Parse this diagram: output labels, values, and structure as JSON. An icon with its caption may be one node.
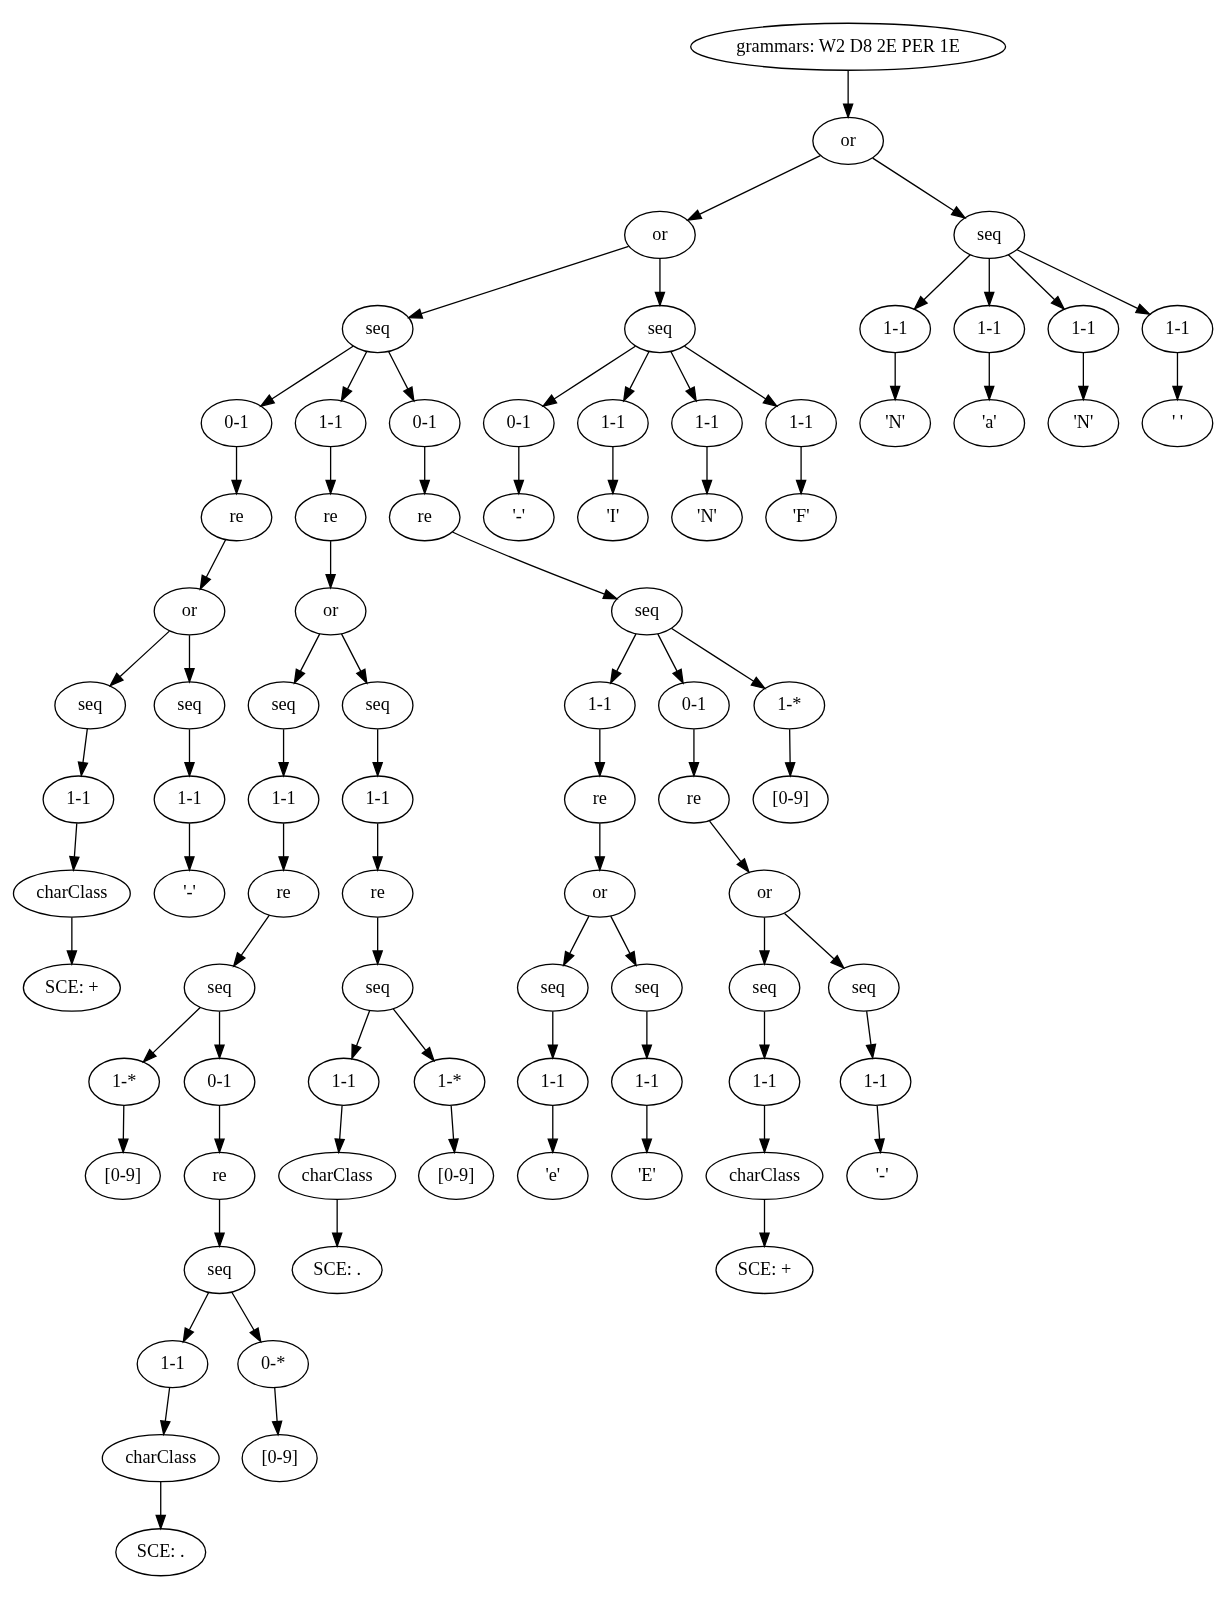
{
  "diagram": {
    "nodes": [
      {
        "text": [
          "grammars: W2 D8 2E PER 1E"
        ]
      },
      {
        "text": [
          "or"
        ]
      },
      {
        "text": [
          "or"
        ]
      },
      {
        "text": [
          "seq"
        ]
      },
      {
        "text": [
          "0-1"
        ]
      },
      {
        "text": [
          "re"
        ]
      },
      {
        "text": [
          "or"
        ]
      },
      {
        "text": [
          "seq"
        ]
      },
      {
        "text": [
          "1-1"
        ]
      },
      {
        "text": [
          "charClass"
        ]
      },
      {
        "text": [
          "SCE: +"
        ]
      },
      {
        "text": [
          "seq"
        ]
      },
      {
        "text": [
          "1-1"
        ]
      },
      {
        "text": [
          "'-'"
        ]
      },
      {
        "text": [
          "1-1"
        ]
      },
      {
        "text": [
          "re"
        ]
      },
      {
        "text": [
          "or"
        ]
      },
      {
        "text": [
          "seq"
        ]
      },
      {
        "text": [
          "1-1"
        ]
      },
      {
        "text": [
          "re"
        ]
      },
      {
        "text": [
          "seq"
        ]
      },
      {
        "text": [
          "1-*"
        ]
      },
      {
        "text": [
          "[0-9]"
        ]
      },
      {
        "text": [
          "0-1"
        ]
      },
      {
        "text": [
          "re"
        ]
      },
      {
        "text": [
          "seq"
        ]
      },
      {
        "text": [
          "1-1"
        ]
      },
      {
        "text": [
          "charClass"
        ]
      },
      {
        "text": [
          "SCE: ."
        ]
      },
      {
        "text": [
          "0-*"
        ]
      },
      {
        "text": [
          "[0-9]"
        ]
      },
      {
        "text": [
          "seq"
        ]
      },
      {
        "text": [
          "1-1"
        ]
      },
      {
        "text": [
          "re"
        ]
      },
      {
        "text": [
          "seq"
        ]
      },
      {
        "text": [
          "1-1"
        ]
      },
      {
        "text": [
          "charClass"
        ]
      },
      {
        "text": [
          "SCE: ."
        ]
      },
      {
        "text": [
          "1-*"
        ]
      },
      {
        "text": [
          "[0-9]"
        ]
      },
      {
        "text": [
          "0-1"
        ]
      },
      {
        "text": [
          "re"
        ]
      },
      {
        "text": [
          "seq"
        ]
      },
      {
        "text": [
          "1-1"
        ]
      },
      {
        "text": [
          "re"
        ]
      },
      {
        "text": [
          "or"
        ]
      },
      {
        "text": [
          "seq"
        ]
      },
      {
        "text": [
          "1-1"
        ]
      },
      {
        "text": [
          "'e'"
        ]
      },
      {
        "text": [
          "seq"
        ]
      },
      {
        "text": [
          "1-1"
        ]
      },
      {
        "text": [
          "'E'"
        ]
      },
      {
        "text": [
          "0-1"
        ]
      },
      {
        "text": [
          "re"
        ]
      },
      {
        "text": [
          "or"
        ]
      },
      {
        "text": [
          "seq"
        ]
      },
      {
        "text": [
          "1-1"
        ]
      },
      {
        "text": [
          "charClass"
        ]
      },
      {
        "text": [
          "SCE: +"
        ]
      },
      {
        "text": [
          "seq"
        ]
      },
      {
        "text": [
          "1-1"
        ]
      },
      {
        "text": [
          "'-'"
        ]
      },
      {
        "text": [
          "1-*"
        ]
      },
      {
        "text": [
          "[0-9]"
        ]
      },
      {
        "text": [
          "seq"
        ]
      },
      {
        "text": [
          "0-1"
        ]
      },
      {
        "text": [
          "'-'"
        ]
      },
      {
        "text": [
          "1-1"
        ]
      },
      {
        "text": [
          "'I'"
        ]
      },
      {
        "text": [
          "1-1"
        ]
      },
      {
        "text": [
          "'N'"
        ]
      },
      {
        "text": [
          "1-1"
        ]
      },
      {
        "text": [
          "'F'"
        ]
      },
      {
        "text": [
          "seq"
        ]
      },
      {
        "text": [
          "1-1"
        ]
      },
      {
        "text": [
          "'N'"
        ]
      },
      {
        "text": [
          "1-1"
        ]
      },
      {
        "text": [
          "'a'"
        ]
      },
      {
        "text": [
          "1-1"
        ]
      },
      {
        "text": [
          "'N'"
        ]
      },
      {
        "text": [
          "1-1"
        ]
      },
      {
        "text": [
          "' '"
        ]
      }
    ],
    "edges": [
      {
        "from": 0,
        "to": 1,
        "arrow": "to"
      },
      {
        "from": 1,
        "to": 2,
        "arrow": "to"
      },
      {
        "from": 1,
        "to": 73,
        "arrow": "to"
      },
      {
        "from": 2,
        "to": 3,
        "arrow": "to"
      },
      {
        "from": 2,
        "to": 64,
        "arrow": "to"
      },
      {
        "from": 3,
        "to": 4,
        "arrow": "to"
      },
      {
        "from": 3,
        "to": 14,
        "arrow": "to"
      },
      {
        "from": 3,
        "to": 40,
        "arrow": "to"
      },
      {
        "from": 4,
        "to": 5,
        "arrow": "to"
      },
      {
        "from": 5,
        "to": 6,
        "arrow": "to"
      },
      {
        "from": 6,
        "to": 7,
        "arrow": "to"
      },
      {
        "from": 6,
        "to": 11,
        "arrow": "to"
      },
      {
        "from": 7,
        "to": 8,
        "arrow": "to"
      },
      {
        "from": 8,
        "to": 9,
        "arrow": "to"
      },
      {
        "from": 9,
        "to": 10,
        "arrow": "to"
      },
      {
        "from": 11,
        "to": 12,
        "arrow": "to"
      },
      {
        "from": 12,
        "to": 13,
        "arrow": "to"
      },
      {
        "from": 14,
        "to": 15,
        "arrow": "to"
      },
      {
        "from": 15,
        "to": 16,
        "arrow": "to"
      },
      {
        "from": 16,
        "to": 17,
        "arrow": "to"
      },
      {
        "from": 16,
        "to": 31,
        "arrow": "to"
      },
      {
        "from": 17,
        "to": 18,
        "arrow": "to"
      },
      {
        "from": 18,
        "to": 19,
        "arrow": "to"
      },
      {
        "from": 19,
        "to": 20,
        "arrow": "to"
      },
      {
        "from": 20,
        "to": 21,
        "arrow": "to"
      },
      {
        "from": 20,
        "to": 23,
        "arrow": "to"
      },
      {
        "from": 21,
        "to": 22,
        "arrow": "to"
      },
      {
        "from": 23,
        "to": 24,
        "arrow": "to"
      },
      {
        "from": 24,
        "to": 25,
        "arrow": "to"
      },
      {
        "from": 25,
        "to": 26,
        "arrow": "to"
      },
      {
        "from": 25,
        "to": 29,
        "arrow": "to"
      },
      {
        "from": 26,
        "to": 27,
        "arrow": "to"
      },
      {
        "from": 27,
        "to": 28,
        "arrow": "to"
      },
      {
        "from": 29,
        "to": 30,
        "arrow": "to"
      },
      {
        "from": 31,
        "to": 32,
        "arrow": "to"
      },
      {
        "from": 32,
        "to": 33,
        "arrow": "to"
      },
      {
        "from": 33,
        "to": 34,
        "arrow": "to"
      },
      {
        "from": 34,
        "to": 35,
        "arrow": "to"
      },
      {
        "from": 34,
        "to": 38,
        "arrow": "to"
      },
      {
        "from": 35,
        "to": 36,
        "arrow": "to"
      },
      {
        "from": 36,
        "to": 37,
        "arrow": "to"
      },
      {
        "from": 38,
        "to": 39,
        "arrow": "to"
      },
      {
        "from": 40,
        "to": 41,
        "arrow": "to"
      },
      {
        "from": 41,
        "to": 42,
        "arrow": "to"
      },
      {
        "from": 42,
        "to": 43,
        "arrow": "to"
      },
      {
        "from": 42,
        "to": 52,
        "arrow": "to"
      },
      {
        "from": 42,
        "to": 62,
        "arrow": "to"
      },
      {
        "from": 43,
        "to": 44,
        "arrow": "to"
      },
      {
        "from": 44,
        "to": 45,
        "arrow": "to"
      },
      {
        "from": 45,
        "to": 46,
        "arrow": "to"
      },
      {
        "from": 45,
        "to": 49,
        "arrow": "to"
      },
      {
        "from": 46,
        "to": 47,
        "arrow": "to"
      },
      {
        "from": 47,
        "to": 48,
        "arrow": "to"
      },
      {
        "from": 49,
        "to": 50,
        "arrow": "to"
      },
      {
        "from": 50,
        "to": 51,
        "arrow": "to"
      },
      {
        "from": 52,
        "to": 53,
        "arrow": "to"
      },
      {
        "from": 53,
        "to": 54,
        "arrow": "to"
      },
      {
        "from": 54,
        "to": 55,
        "arrow": "to"
      },
      {
        "from": 54,
        "to": 59,
        "arrow": "to"
      },
      {
        "from": 55,
        "to": 56,
        "arrow": "to"
      },
      {
        "from": 56,
        "to": 57,
        "arrow": "to"
      },
      {
        "from": 57,
        "to": 58,
        "arrow": "to"
      },
      {
        "from": 59,
        "to": 60,
        "arrow": "to"
      },
      {
        "from": 60,
        "to": 61,
        "arrow": "to"
      },
      {
        "from": 62,
        "to": 63,
        "arrow": "to"
      },
      {
        "from": 64,
        "to": 65,
        "arrow": "to"
      },
      {
        "from": 64,
        "to": 67,
        "arrow": "to"
      },
      {
        "from": 64,
        "to": 69,
        "arrow": "to"
      },
      {
        "from": 64,
        "to": 71,
        "arrow": "to"
      },
      {
        "from": 65,
        "to": 66,
        "arrow": "to"
      },
      {
        "from": 67,
        "to": 68,
        "arrow": "to"
      },
      {
        "from": 69,
        "to": 70,
        "arrow": "to"
      },
      {
        "from": 71,
        "to": 72,
        "arrow": "to"
      },
      {
        "from": 73,
        "to": 74,
        "arrow": "to"
      },
      {
        "from": 73,
        "to": 76,
        "arrow": "to"
      },
      {
        "from": 73,
        "to": 78,
        "arrow": "to"
      },
      {
        "from": 73,
        "to": 80,
        "arrow": "to"
      },
      {
        "from": 74,
        "to": 75,
        "arrow": "to"
      },
      {
        "from": 76,
        "to": 77,
        "arrow": "to"
      },
      {
        "from": 78,
        "to": 79,
        "arrow": "to"
      },
      {
        "from": 80,
        "to": 81,
        "arrow": "to"
      }
    ]
  }
}
